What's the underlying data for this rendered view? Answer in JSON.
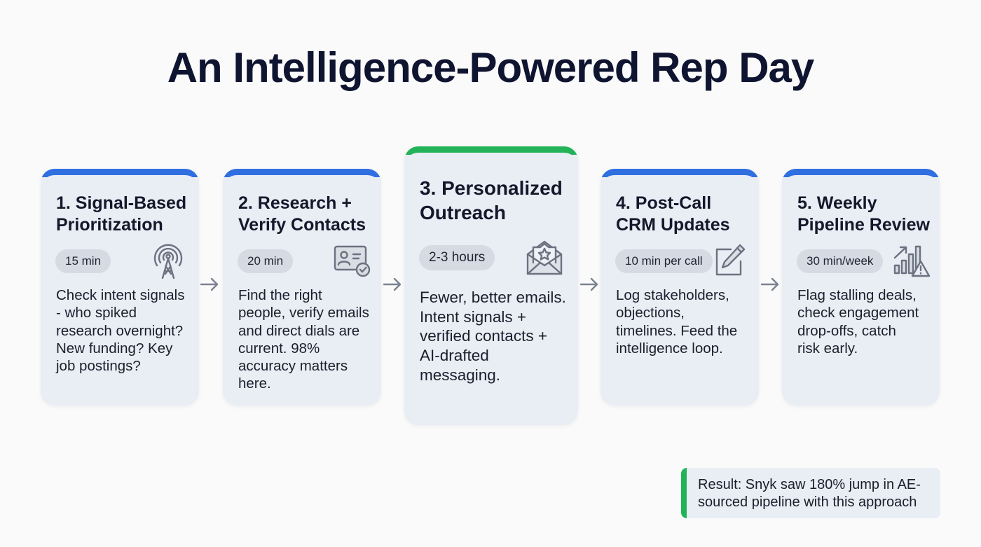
{
  "title": "An Intelligence-Powered Rep Day",
  "colors": {
    "accent_blue": "#2f6fe0",
    "accent_green": "#22b358",
    "card_bg": "#e9edf4",
    "pill_bg": "#d6dbe3",
    "icon_gray": "#6b7280",
    "title_color": "#0f1430"
  },
  "steps": [
    {
      "title": "1. Signal-Based\nPrioritization",
      "duration": "15 min",
      "icon": "radio-tower-icon",
      "description": "Check intent signals\n- who spiked\nresearch overnight?\nNew funding? Key\njob postings?",
      "accent": "blue"
    },
    {
      "title": "2. Research +\nVerify Contacts",
      "duration": "20 min",
      "icon": "verified-contact-card-icon",
      "description": "Find the right\npeople, verify emails\nand direct dials are\ncurrent. 98%\naccuracy matters\nhere.",
      "accent": "blue"
    },
    {
      "title": "3. Personalized\nOutreach",
      "duration": "2-3 hours",
      "icon": "envelope-star-icon",
      "description": "Fewer, better emails.\nIntent signals +\nverified contacts +\nAI-drafted\nmessaging.",
      "accent": "green",
      "highlighted": true
    },
    {
      "title": "4. Post-Call\nCRM Updates",
      "duration": "10 min per call",
      "icon": "edit-pencil-icon",
      "description": "Log stakeholders,\nobjections,\ntimelines. Feed the\nintelligence loop.",
      "accent": "blue"
    },
    {
      "title": "5. Weekly\nPipeline Review",
      "duration": "30 min/week",
      "icon": "chart-warning-icon",
      "description": "Flag stalling deals,\ncheck engagement\ndrop-offs, catch\nrisk early.",
      "accent": "blue"
    }
  ],
  "arrows": [
    "arrow-right",
    "arrow-right",
    "arrow-right",
    "arrow-right"
  ],
  "result": {
    "text": "Result: Snyk saw 180% jump in AE-\nsourced pipeline with this approach"
  }
}
